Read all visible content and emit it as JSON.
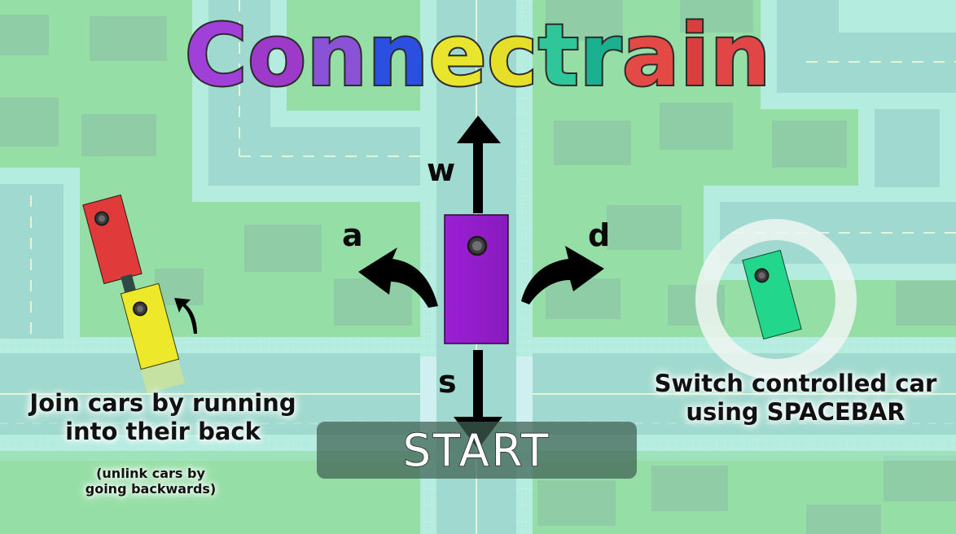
{
  "game": {
    "title_letters": [
      {
        "ch": "C",
        "color": "#a040d8"
      },
      {
        "ch": "o",
        "color": "#9d3ac9"
      },
      {
        "ch": "n",
        "color": "#8a52d6"
      },
      {
        "ch": "n",
        "color": "#2b4fe0"
      },
      {
        "ch": "e",
        "color": "#e9e52e"
      },
      {
        "ch": "c",
        "color": "#e6df2a"
      },
      {
        "ch": "t",
        "color": "#2fc79a"
      },
      {
        "ch": "r",
        "color": "#1bb08f"
      },
      {
        "ch": "a",
        "color": "#e44a45"
      },
      {
        "ch": "i",
        "color": "#d93f3f"
      },
      {
        "ch": "n",
        "color": "#e04646"
      }
    ]
  },
  "controls": {
    "forward_key": "w",
    "left_key": "a",
    "right_key": "d",
    "back_key": "s"
  },
  "hints": {
    "join_line1": "Join cars by running",
    "join_line2": "into their back",
    "unlink_line1": "(unlink cars by",
    "unlink_line2": "going backwards)",
    "switch_line1": "Switch controlled car",
    "switch_line2": "using SPACEBAR"
  },
  "menu": {
    "start_label": "START"
  },
  "colors": {
    "grass": "#95dfa6",
    "road": "#9fd9cf",
    "sidewalk": "#b4ece0",
    "player_car": "#9b1fd6",
    "red_car": "#e03a3a",
    "yellow_car": "#eee82a",
    "green_car": "#22d68c"
  },
  "icons": [
    "up-arrow-icon",
    "down-arrow-icon",
    "turn-left-arrow-icon",
    "turn-right-arrow-icon",
    "small-curved-arrow-icon",
    "selection-ring-icon"
  ]
}
